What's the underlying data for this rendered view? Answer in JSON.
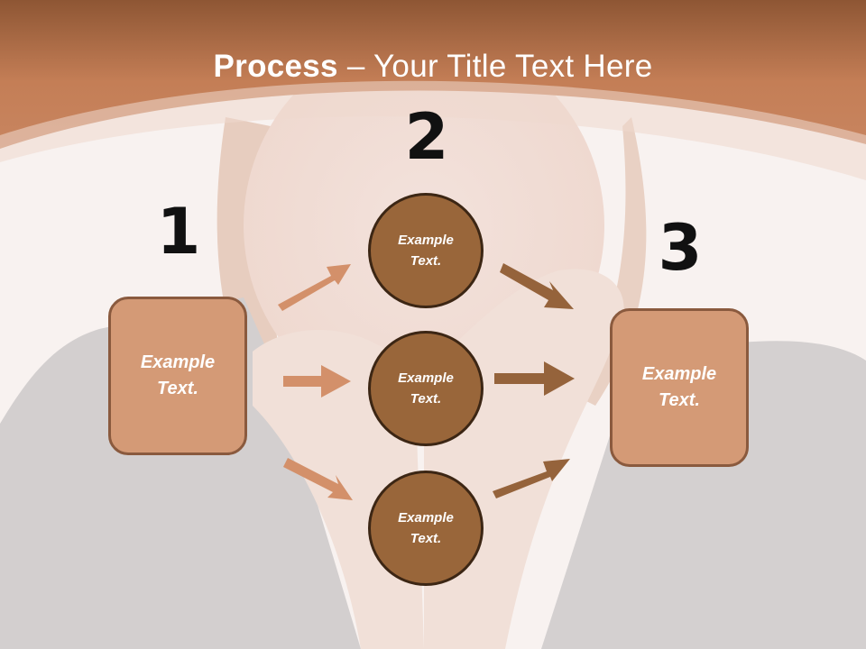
{
  "title": {
    "bold": "Process",
    "rest": " – Your Title Text Here"
  },
  "steps": {
    "one": "1",
    "two": "2",
    "three": "3"
  },
  "boxes": {
    "left": "Example\nText.",
    "right": "Example\nText."
  },
  "circles": {
    "top": "Example\nText.",
    "middle": "Example\nText.",
    "bottom": "Example\nText."
  },
  "colors": {
    "header": "#b86f47",
    "box_fill": "#d49a76",
    "circle_fill": "#99663a",
    "arrow_light": "#d3906a",
    "arrow_dark": "#95633b"
  }
}
